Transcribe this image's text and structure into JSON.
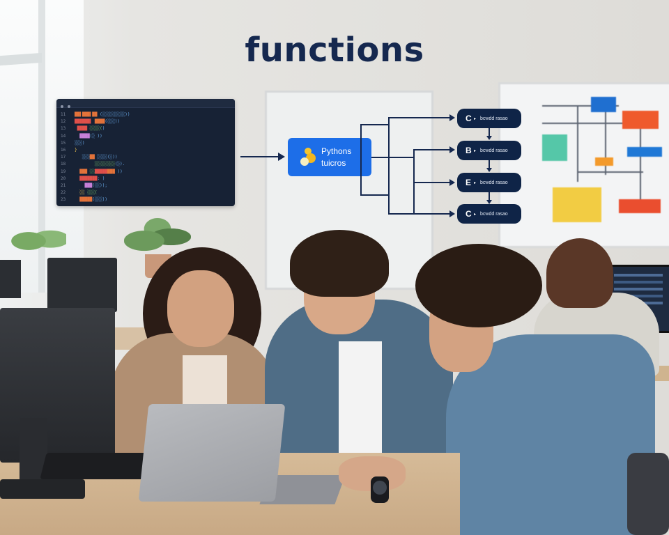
{
  "image": {
    "title": "functions",
    "description": "Three young people collaborating at a laptop in a bright office, with an overlaid diagram showing code flowing into a Python function box that branches to four nodes"
  },
  "code_editor": {
    "line_numbers": [
      "11",
      "12",
      "13",
      "14",
      "15",
      "16",
      "17",
      "18",
      "19",
      "20",
      "21",
      "22",
      "23"
    ],
    "lines_note": "Blurred, illegible syntax-highlighted code"
  },
  "diagram": {
    "python_box": {
      "line1": "Pythons",
      "line2": "tuicros",
      "color": "#1d6ee8"
    },
    "nodes": [
      {
        "letter": "C",
        "label": "bcwdd rasao"
      },
      {
        "letter": "B",
        "label": "bcwdd rasao"
      },
      {
        "letter": "E",
        "label": "bcwdd rasao"
      },
      {
        "letter": "C",
        "label": "bcwdd rasao"
      }
    ],
    "node_color": "#0f2447",
    "line_color": "#15284f"
  },
  "whiteboard": {
    "boxes": [
      {
        "color": "#1f6fd0"
      },
      {
        "color": "#ef5a2c"
      },
      {
        "color": "#55c7a8"
      },
      {
        "color": "#1f78d6"
      },
      {
        "color": "#f39a2b"
      },
      {
        "color": "#f2cc43"
      },
      {
        "color": "#ea4e2f"
      }
    ]
  },
  "colors": {
    "title": "#15284f",
    "wall": "#e4e3e0",
    "table": "#d2b591"
  }
}
